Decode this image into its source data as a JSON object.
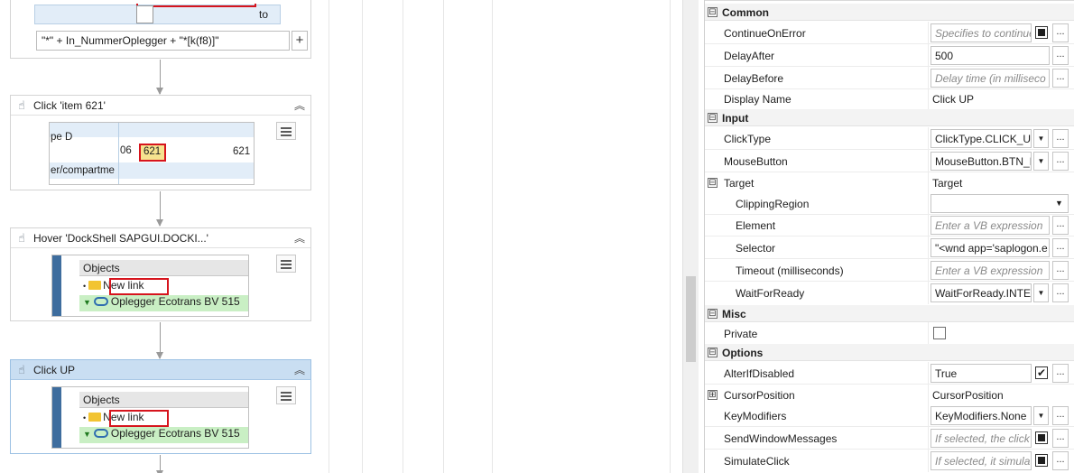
{
  "designer": {
    "first_activity": {
      "to_label": "to",
      "expression": "\"*\" + In_NummerOplegger + \"*[k(f8)]\"",
      "add_label": "+"
    },
    "activities": [
      {
        "title": "Click 'item 621'",
        "table": {
          "col1": "pe D",
          "num_left": "06",
          "highlight": "621",
          "num_right": "621",
          "col_row": "er/compartme"
        }
      },
      {
        "title": "Hover 'DockShell  SAPGUI.DOCKI...'",
        "sap": {
          "header": "Objects",
          "item": "New link",
          "item2": "Oplegger Ecotrans BV 515"
        }
      },
      {
        "title": "Click UP",
        "sap": {
          "header": "Objects",
          "item": "New link",
          "item2": "Oplegger Ecotrans BV 515"
        }
      }
    ]
  },
  "properties": {
    "common": {
      "label": "Common",
      "continue_on_error": {
        "name": "ContinueOnError",
        "placeholder": "Specifies to continue"
      },
      "delay_after": {
        "name": "DelayAfter",
        "value": "500"
      },
      "delay_before": {
        "name": "DelayBefore",
        "placeholder": "Delay time (in milliseco"
      },
      "display_name": {
        "name": "Display Name",
        "value": "Click UP"
      }
    },
    "input": {
      "label": "Input",
      "click_type": {
        "name": "ClickType",
        "value": "ClickType.CLICK_UP"
      },
      "mouse_button": {
        "name": "MouseButton",
        "value": "MouseButton.BTN_L"
      },
      "target": {
        "name": "Target",
        "value": "Target"
      },
      "clipping_region": {
        "name": "ClippingRegion",
        "value": ""
      },
      "element": {
        "name": "Element",
        "placeholder": "Enter a VB expression"
      },
      "selector": {
        "name": "Selector",
        "value": "\"<wnd app='saplogon.e"
      },
      "timeout": {
        "name": "Timeout (milliseconds)",
        "placeholder": "Enter a VB expression"
      },
      "wait_for_ready": {
        "name": "WaitForReady",
        "value": "WaitForReady.INTERACTIVE"
      }
    },
    "misc": {
      "label": "Misc",
      "private": {
        "name": "Private"
      }
    },
    "options": {
      "label": "Options",
      "alter_if_disabled": {
        "name": "AlterIfDisabled",
        "value": "True"
      },
      "cursor_position": {
        "name": "CursorPosition",
        "value": "CursorPosition"
      },
      "key_modifiers": {
        "name": "KeyModifiers",
        "value": "KeyModifiers.None"
      },
      "send_window_messages": {
        "name": "SendWindowMessages",
        "placeholder": "If selected, the click"
      },
      "simulate_click": {
        "name": "SimulateClick",
        "placeholder": "If selected, it simulat"
      }
    },
    "symbols": {
      "collapse": "⊟",
      "expand": "⊞",
      "ellipsis": "...",
      "dropdown": "▼",
      "check": "✔"
    }
  }
}
